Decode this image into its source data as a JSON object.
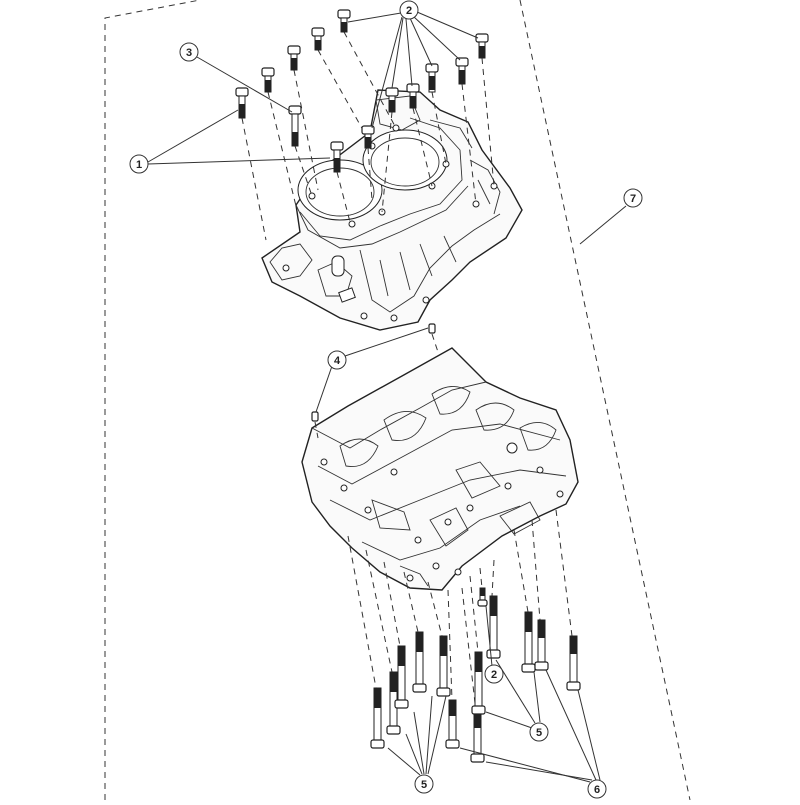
{
  "diagram": {
    "callouts": [
      {
        "id": "c1",
        "label": "1"
      },
      {
        "id": "c2-top",
        "label": "2"
      },
      {
        "id": "c3",
        "label": "3"
      },
      {
        "id": "c4",
        "label": "4"
      },
      {
        "id": "c2-bottom",
        "label": "2"
      },
      {
        "id": "c5-right",
        "label": "5"
      },
      {
        "id": "c5-bottom",
        "label": "5"
      },
      {
        "id": "c6",
        "label": "6"
      },
      {
        "id": "c7",
        "label": "7"
      }
    ]
  }
}
